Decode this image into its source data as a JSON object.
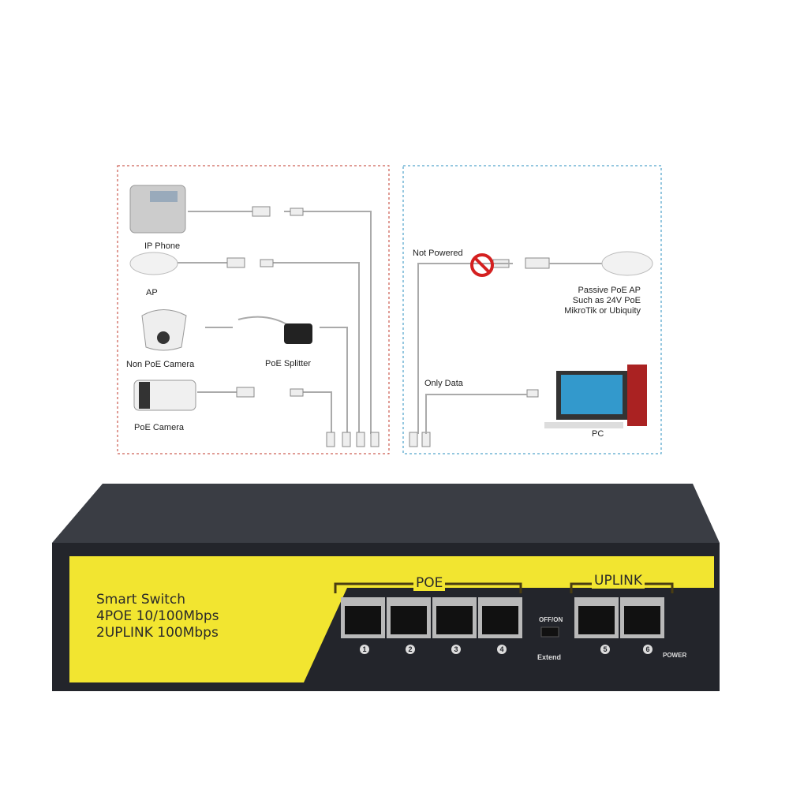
{
  "diagram_left": {
    "devices": [
      "IP Phone",
      "AP",
      "Non PoE Camera",
      "PoE Splitter",
      "PoE Camera"
    ]
  },
  "diagram_right": {
    "not_powered": "Not Powered",
    "passive_ap": [
      "Passive PoE AP",
      "Such as 24V PoE",
      "MikroTik or Ubiquity"
    ],
    "only_data": "Only Data",
    "pc": "PC"
  },
  "switch": {
    "label_lines": [
      "Smart Switch",
      "4POE 10/100Mbps",
      "2UPLINK 100Mbps"
    ],
    "poe_group": "POE",
    "uplink_group": "UPLINK",
    "port_numbers": [
      "1",
      "2",
      "3",
      "4",
      "5",
      "6"
    ],
    "switch_label": "OFF/ON",
    "extend_label": "Extend",
    "power_label": "POWER"
  },
  "colors": {
    "left_border": "#c0392b",
    "right_border": "#2a8fbf",
    "yellow": "#f2e530",
    "body": "#23252b"
  }
}
